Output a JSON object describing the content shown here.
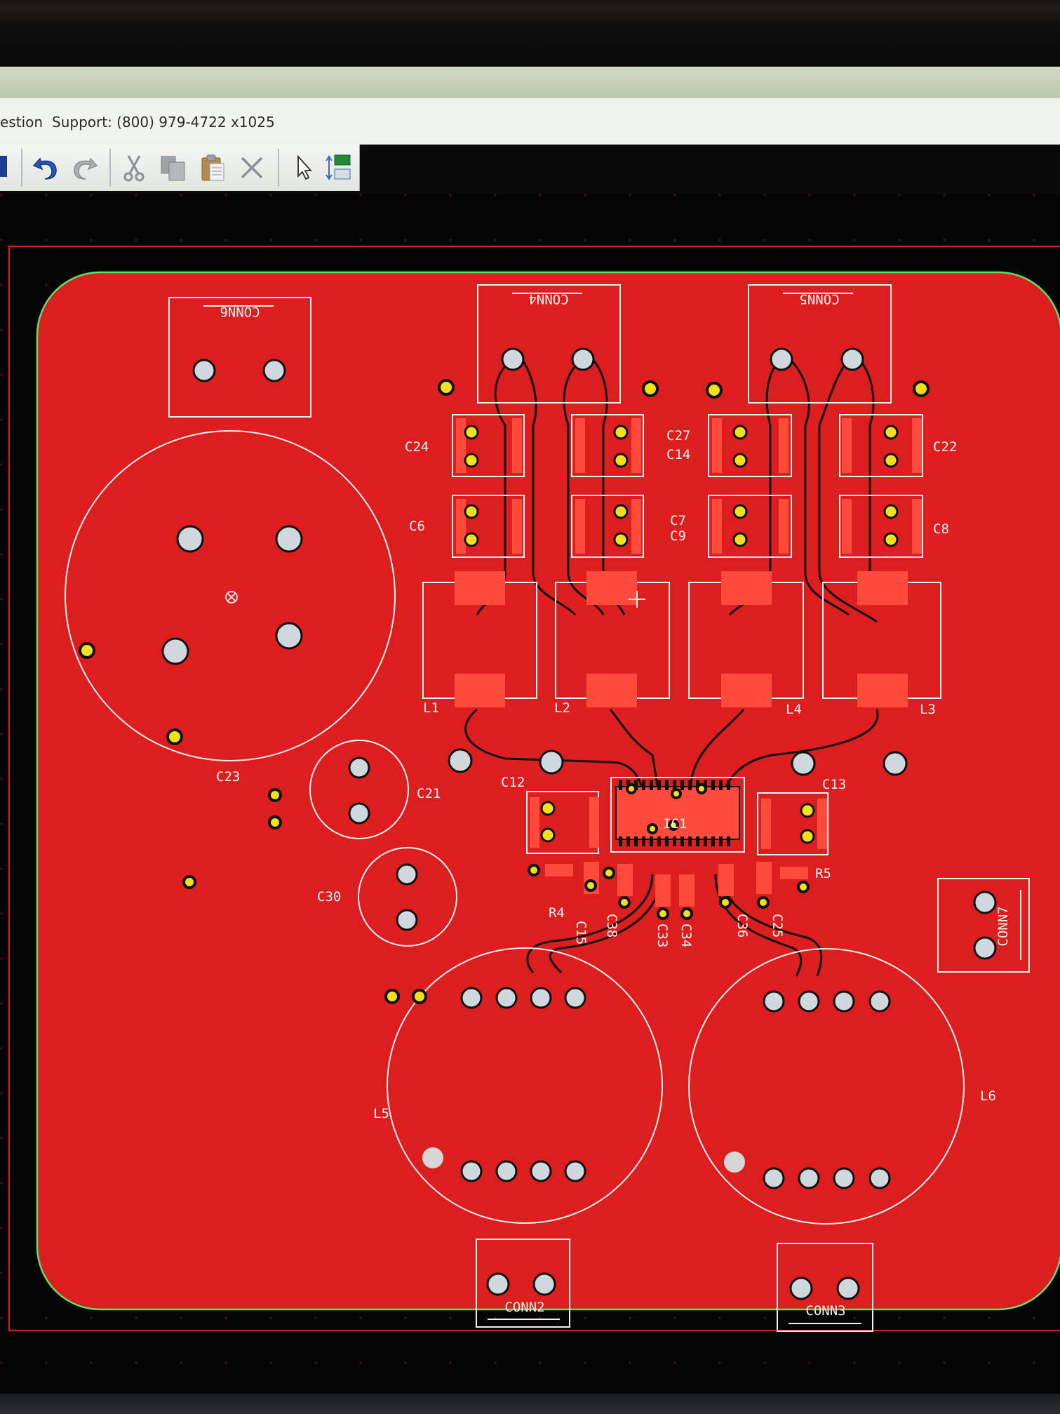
{
  "menubar": {
    "partial_item": "estion",
    "support": "Support: (800) 979-4722 x1025"
  },
  "toolbar": {
    "buttons": [
      {
        "name": "undo-icon"
      },
      {
        "name": "redo-icon"
      },
      {
        "name": "cut-icon"
      },
      {
        "name": "copy-icon"
      },
      {
        "name": "paste-icon"
      },
      {
        "name": "delete-icon"
      },
      {
        "name": "select-pointer-icon"
      },
      {
        "name": "layer-view-icon"
      }
    ]
  },
  "board": {
    "colors": {
      "copper": "#dc1e1e",
      "silk": "#f2f2f2",
      "outline": "#5fe06a",
      "frame": "#d81c1c",
      "pad": "#cfd8dc",
      "via": "#f0e020"
    },
    "labels": {
      "conn6": "CONN6",
      "conn4": "CONN4",
      "conn5": "CONN5",
      "conn7": "CONN7",
      "conn2": "CONN2",
      "conn3": "CONN3",
      "c24": "C24",
      "c27": "C27",
      "c14": "C14",
      "c22": "C22",
      "c6": "C6",
      "c7": "C7",
      "c9": "C9",
      "c8": "C8",
      "l1": "L1",
      "l2": "L2",
      "l4": "L4",
      "l3": "L3",
      "l5": "L5",
      "l6": "L6",
      "c23": "C23",
      "c21": "C21",
      "c30": "C30",
      "c12": "C12",
      "c13": "C13",
      "ic1": "IC1",
      "r4": "R4",
      "r5": "R5",
      "c15": "C15",
      "c38": "C38",
      "c33": "C33",
      "c34": "C34",
      "c36": "C36",
      "c25": "C25"
    }
  }
}
